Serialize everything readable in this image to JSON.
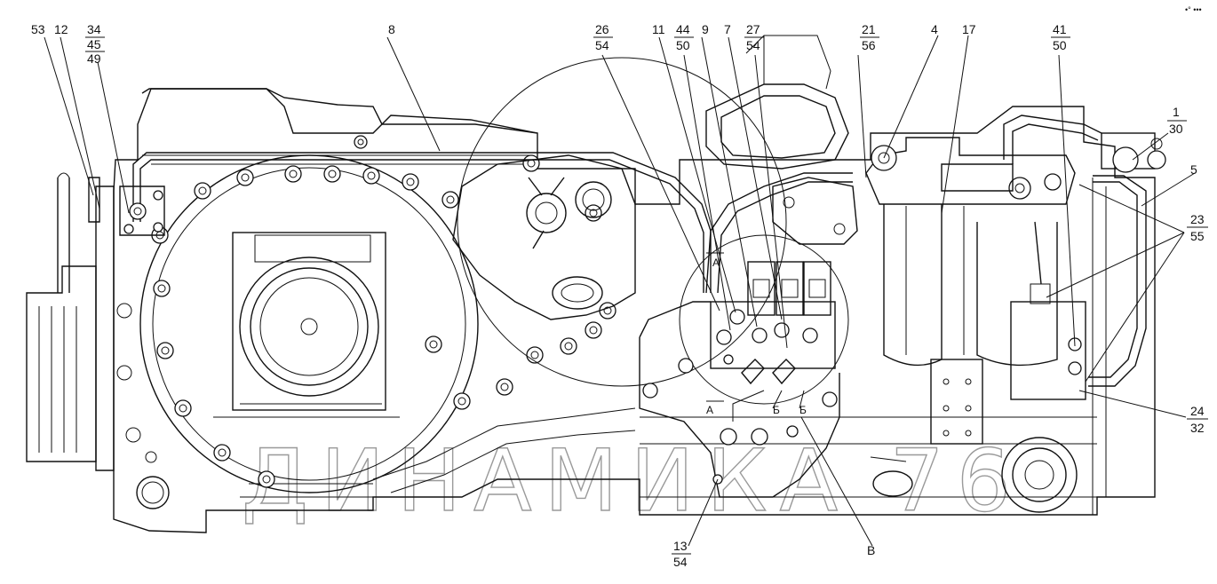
{
  "diagram": {
    "callouts": [
      {
        "id": "c53",
        "number": "53"
      },
      {
        "id": "c12",
        "number": "12"
      },
      {
        "id": "c34",
        "number": "34",
        "sub": [
          "45",
          "49"
        ]
      },
      {
        "id": "c8",
        "number": "8"
      },
      {
        "id": "c26",
        "number": "26",
        "sub": [
          "54"
        ]
      },
      {
        "id": "c11",
        "number": "11"
      },
      {
        "id": "c44",
        "number": "44",
        "sub": [
          "50"
        ]
      },
      {
        "id": "c9",
        "number": "9"
      },
      {
        "id": "c7",
        "number": "7"
      },
      {
        "id": "c27",
        "number": "27",
        "sub": [
          "54"
        ]
      },
      {
        "id": "c21",
        "number": "21",
        "sub": [
          "56"
        ]
      },
      {
        "id": "c4",
        "number": "4"
      },
      {
        "id": "c17",
        "number": "17"
      },
      {
        "id": "c41",
        "number": "41",
        "sub": [
          "50"
        ]
      },
      {
        "id": "c1",
        "number": "1",
        "sub": [
          "30"
        ]
      },
      {
        "id": "c5",
        "number": "5"
      },
      {
        "id": "c23",
        "number": "23",
        "sub": [
          "55"
        ]
      },
      {
        "id": "c24",
        "number": "24",
        "sub": [
          "32"
        ]
      },
      {
        "id": "c13",
        "number": "13",
        "sub": [
          "54"
        ]
      },
      {
        "id": "cB",
        "number": "В"
      }
    ],
    "section_marks": [
      "А",
      "А",
      "Б",
      "Б"
    ],
    "watermark": "ДИНАМИКА 76",
    "corner_mark": "•° •••"
  }
}
